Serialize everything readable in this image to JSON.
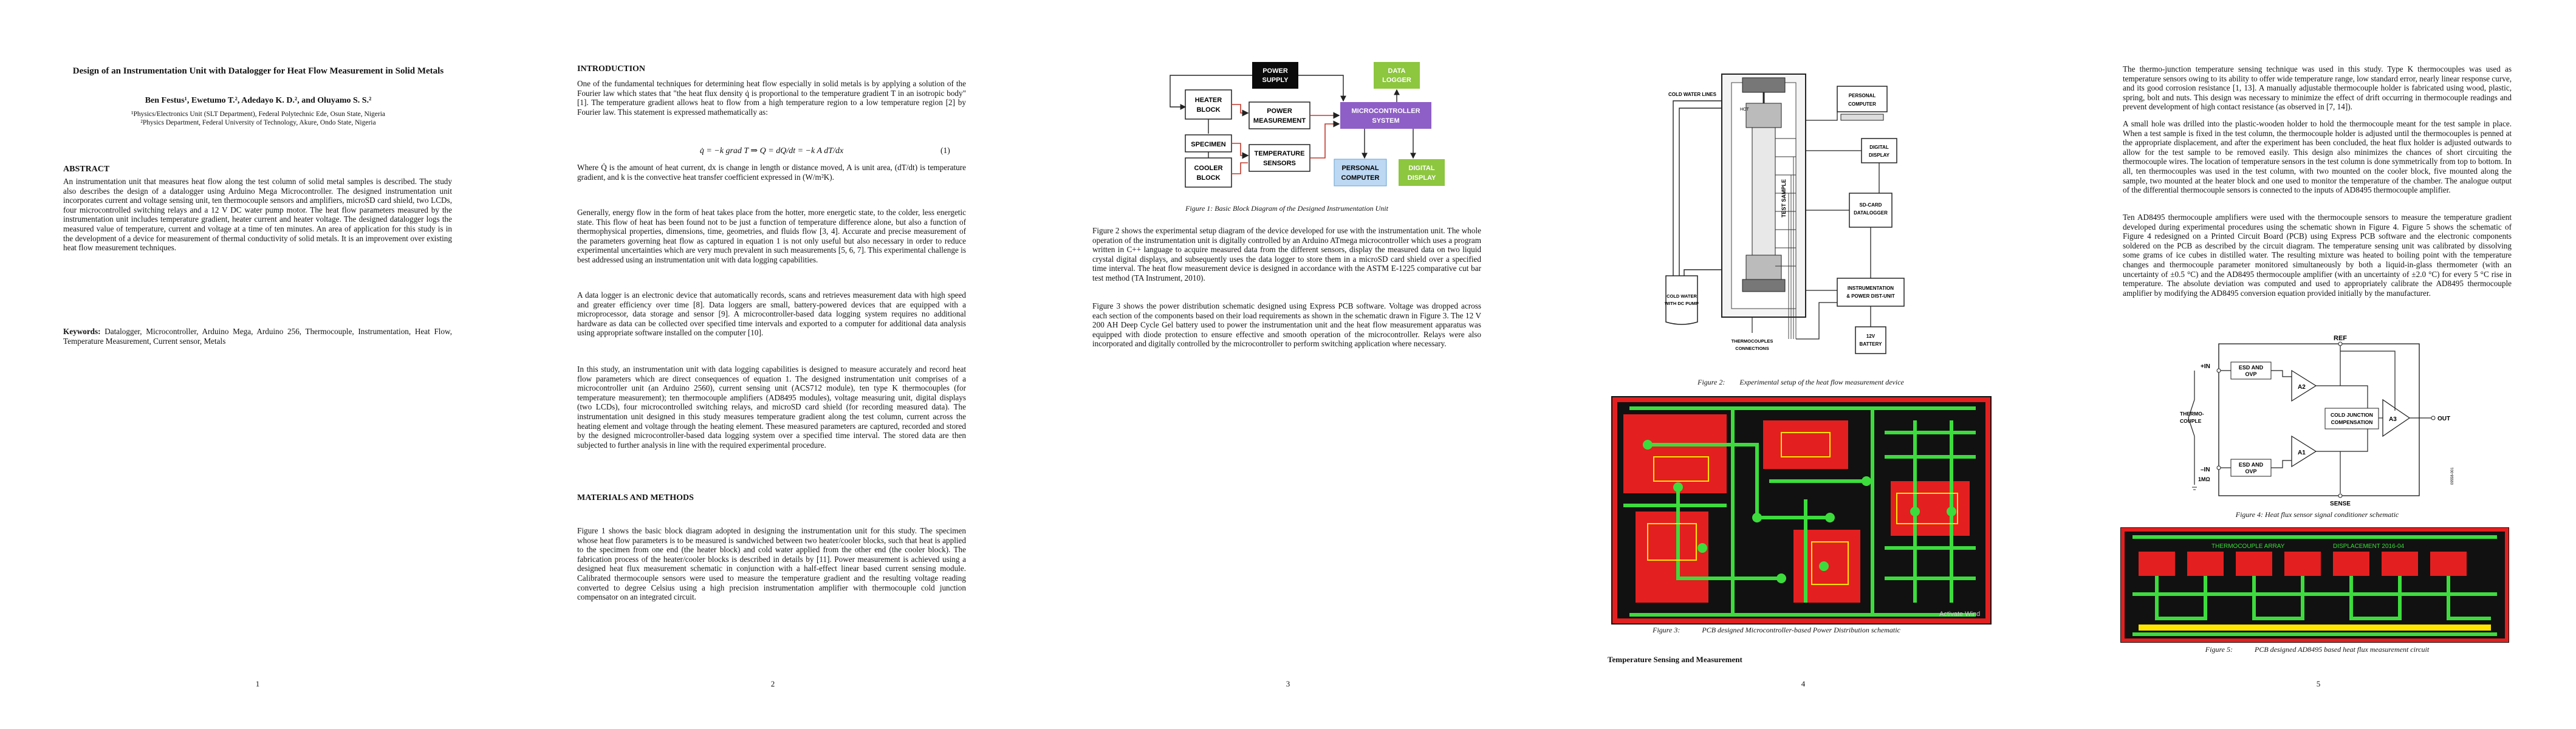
{
  "p1": {
    "title": "Design of an Instrumentation Unit with Datalogger for Heat Flow Measurement in Solid Metals",
    "authors": "Ben Festus¹, Ewetumo T.², Adedayo K. D.², and Oluyamo S. S.²",
    "aff1": "¹Physics/Electronics Unit (SLT Department), Federal Polytechnic Ede, Osun State, Nigeria",
    "aff2": "²Physics Department, Federal University of Technology, Akure, Ondo State, Nigeria",
    "abstract_heading": "ABSTRACT",
    "abstract": "An instrumentation unit that measures heat flow along the test column of solid metal samples is described. The study also describes the design of a datalogger using Arduino Mega Microcontroller. The designed instrumentation unit incorporates current and voltage sensing unit, ten thermocouple sensors and amplifiers, microSD card shield, two LCDs, four microcontrolled switching relays and a 12 V DC water pump motor. The heat flow parameters measured by the instrumentation unit includes temperature gradient, heater current and heater voltage. The designed datalogger logs the measured value of temperature, current and voltage at a time of ten minutes. An area of application for this study is in the development of a device for measurement of thermal conductivity of solid metals. It is an improvement over existing heat flow measurement techniques.",
    "keywords_label": "Keywords:",
    "keywords": "Datalogger, Microcontroller, Arduino Mega, Arduino 256, Thermocouple, Instrumentation, Heat Flow, Temperature Measurement, Current sensor, Metals",
    "page": "1"
  },
  "p2": {
    "heading": "INTRODUCTION",
    "para1": "One of the fundamental techniques for determining heat flow especially in solid metals is by applying a solution of the Fourier law which states that \"the heat flux density q̇ is proportional to the temperature gradient T in an isotropic body\" [1]. The temperature gradient allows heat to flow from a high temperature region to a low temperature region [2] by Fourier law. This statement is expressed mathematically as:",
    "equation": "q̇ = −k grad T ⇒ Q = dQ/dt = −k A dT/dx",
    "eq_num": "(1)",
    "para2": "Where Q̇ is the amount of heat current, dx is change in length or distance moved, A is unit area, (dT/dt) is temperature gradient, and k is the convective heat transfer coefficient expressed in (W/m²K).",
    "para3": "Generally, energy flow in the form of heat takes place from the hotter, more energetic state, to the colder, less energetic state. This flow of heat has been found not to be just a function of temperature difference alone, but also a function of thermophysical properties, dimensions, time, geometries, and fluids flow [3, 4]. Accurate and precise measurement of the parameters governing heat flow as captured in equation 1 is not only useful but also necessary in order to reduce experimental uncertainties which are very much prevalent in such measurements [5, 6, 7]. This experimental challenge is best addressed using an instrumentation unit with data logging capabilities.",
    "para4": "A data logger is an electronic device that automatically records, scans and retrieves measurement data with high speed and greater efficiency over time [8]. Data loggers are small, battery-powered devices that are equipped with a microprocessor, data storage and sensor [9]. A microcontroller-based data logging system requires no additional hardware as data can be collected over specified time intervals and exported to a computer for additional data analysis using appropriate software installed on the computer [10].",
    "para5": "In this study, an instrumentation unit with data logging capabilities is designed to measure accurately and record heat flow parameters which are direct consequences of equation 1. The designed instrumentation unit comprises of a microcontroller unit (an Arduino 2560), current sensing unit (ACS712 module), ten type K thermocouples (for temperature measurement); ten thermocouple amplifiers (AD8495 modules), voltage measuring unit, digital displays (two LCDs), four microcontrolled switching relays, and microSD card shield (for recording measured data). The instrumentation unit designed in this study measures temperature gradient along the test column, current across the heating element and voltage through the heating element. These measured parameters are captured, recorded and stored by the designed microcontroller-based data logging system over a specified time interval. The stored data are then subjected to further analysis in line with the required experimental procedure.",
    "heading2": "MATERIALS AND METHODS",
    "para6": "Figure 1 shows the basic block diagram adopted in designing the instrumentation unit for this study. The specimen whose heat flow parameters is to be measured is sandwiched between two heater/cooler blocks, such that heat is applied to the specimen from one end (the heater block) and cold water applied from the other end (the cooler block). The fabrication process of the heater/cooler blocks is described in details by [11]. Power measurement is achieved using a designed heat flux measurement schematic in conjunction with a half-effect linear based current sensing module. Calibrated thermocouple sensors were used to measure the temperature gradient and the resulting voltage reading converted to degree Celsius using a high precision instrumentation amplifier with thermocouple cold junction compensator on an integrated circuit.",
    "page": "2"
  },
  "p3": {
    "fig1": {
      "power_supply": "POWER SUPPLY",
      "data_logger": "DATA LOGGER",
      "heater_block": "HEATER BLOCK",
      "power_measurement": "POWER MEASUREMENT",
      "mcu": "MICROCONTROLLER SYSTEM",
      "specimen": "SPECIMEN",
      "cooler_block": "COOLER BLOCK",
      "temp_sensors": "TEMPERATURE SENSORS",
      "personal_computer": "PERSONAL COMPUTER",
      "digital_display": "DIGITAL DISPLAY"
    },
    "caption1": "Figure 1: Basic Block Diagram of the Designed Instrumentation Unit",
    "para1": "Figure 2 shows the experimental setup diagram of the device developed for use with the instrumentation unit. The whole operation of the instrumentation unit is digitally controlled by an Arduino ATmega microcontroller which uses a program written in C++ language to acquire measured data from the different sensors, display the measured data on two liquid crystal digital displays, and subsequently uses the data logger to store them in a microSD card shield over a specified time interval. The heat flow measurement device is designed in accordance with the ASTM E-1225 comparative cut bar test method (TA Instrument, 2010).",
    "para2": "Figure 3 shows the power distribution schematic designed using Express PCB software. Voltage was dropped across each section of the components based on their load requirements as shown in the schematic drawn in Figure 3. The 12 V 200 AH Deep Cycle Gel battery used to power the instrumentation unit and the heat flow measurement apparatus was equipped with diode protection to ensure effective and smooth operation of the microcontroller. Relays were also incorporated and digitally controlled by the microcontroller to perform switching application where necessary.",
    "page": "3"
  },
  "p4": {
    "fig2": {
      "cold_water_lines": "COLD WATER LINES",
      "hot": "HOT",
      "test_sample": "TEST SAMPLE",
      "personal_computer": "PERSONAL COMPUTER",
      "digital_display": "DIGITAL DISPLAY",
      "sd_card": "SD-CARD DATALOGGER",
      "instr": "INSTRUMENTATION & POWER DIST-UNIT",
      "cold_water_pump": "COLD WATER WITH DC PUMP",
      "thermocouples": "THERMOCOUPLES CONNECTIONS",
      "battery": "12V BATTERY"
    },
    "caption2_label": "Figure 2:",
    "caption2": "Experimental setup of the heat flow measurement device",
    "caption3_label": "Figure 3:",
    "caption3": "PCB designed Microcontroller-based Power Distribution schematic",
    "pcb_watermark": "Activate Wind",
    "heading": "Temperature Sensing and Measurement",
    "page": "4"
  },
  "p5": {
    "para1": "The thermo-junction temperature sensing technique was used in this study. Type K thermocouples was used as temperature sensors owing to its ability to offer wide temperature range, low standard error, nearly linear response curve, and its good corrosion resistance [1, 13]. A manually adjustable thermocouple holder is fabricated using wood, plastic, spring, bolt and nuts. This design was necessary to minimize the effect of drift occurring in thermocouple readings and prevent development of high contact resistance (as observed in [7, 14]).",
    "para2": "A small hole was drilled into the plastic-wooden holder to hold the thermocouple meant for the test sample in place. When a test sample is fixed in the test column, the thermocouple holder is adjusted until the thermocouples is penned at the appropriate displacement, and after the experiment has been concluded, the heat flux holder is adjusted outwards to allow for the test sample to be removed easily. This design also minimizes the chances of short circuiting the thermocouple wires. The location of temperature sensors in the test column is done symmetrically from top to bottom. In all, ten thermocouples was used in the test column, with two mounted on the cooler block, five mounted along the sample, two mounted at the heater block and one used to monitor the temperature of the chamber. The analogue output of the differential thermocouple sensors is connected to the inputs of AD8495 thermocouple amplifier.",
    "para3": "Ten AD8495 thermocouple amplifiers were used with the thermocouple sensors to measure the temperature gradient developed during experimental procedures using the schematic shown in Figure 4. Figure 5 shows the schematic of Figure 4 redesigned on a Printed Circuit Board (PCB) using Express PCB software and the electronic components soldered on the PCB as described by the circuit diagram. The temperature sensing unit was calibrated by dissolving some grams of ice cubes in distilled water. The resulting mixture was heated to boiling point with the temperature changes and thermocouple parameter monitored simultaneously by both a liquid-in-glass thermometer (with an uncertainty of ±0.5 °C) and the AD8495 thermocouple amplifier (with an uncertainty of ±2.0 °C) for every 5 °C rise in temperature. The absolute deviation was computed and used to appropriately calibrate the AD8495 thermocouple amplifier by modifying the AD8495 conversion equation provided initially by the manufacturer.",
    "fig4": {
      "ref": "REF",
      "plus_in": "+IN",
      "minus_in": "–IN",
      "esd_top": "ESD AND OVP",
      "esd_bot": "ESD AND OVP",
      "a1": "A1",
      "a2": "A2",
      "a3": "A3",
      "cjc": "COLD JUNCTION COMPENSATION",
      "out": "OUT",
      "sense": "SENSE",
      "thermocouple": "THERMO- COUPLE",
      "one_mo": "1MΩ",
      "code": "09558-001"
    },
    "caption4": "Figure 4: Heat flux sensor signal conditioner schematic",
    "caption5_label": "Figure 5:",
    "caption5": "PCB designed AD8495 based heat flux measurement circuit",
    "pcb_text1": "DISPLACEMENT 2016-04",
    "pcb_text2": "THERMOCOUPLE ARRAY",
    "page": "5"
  }
}
